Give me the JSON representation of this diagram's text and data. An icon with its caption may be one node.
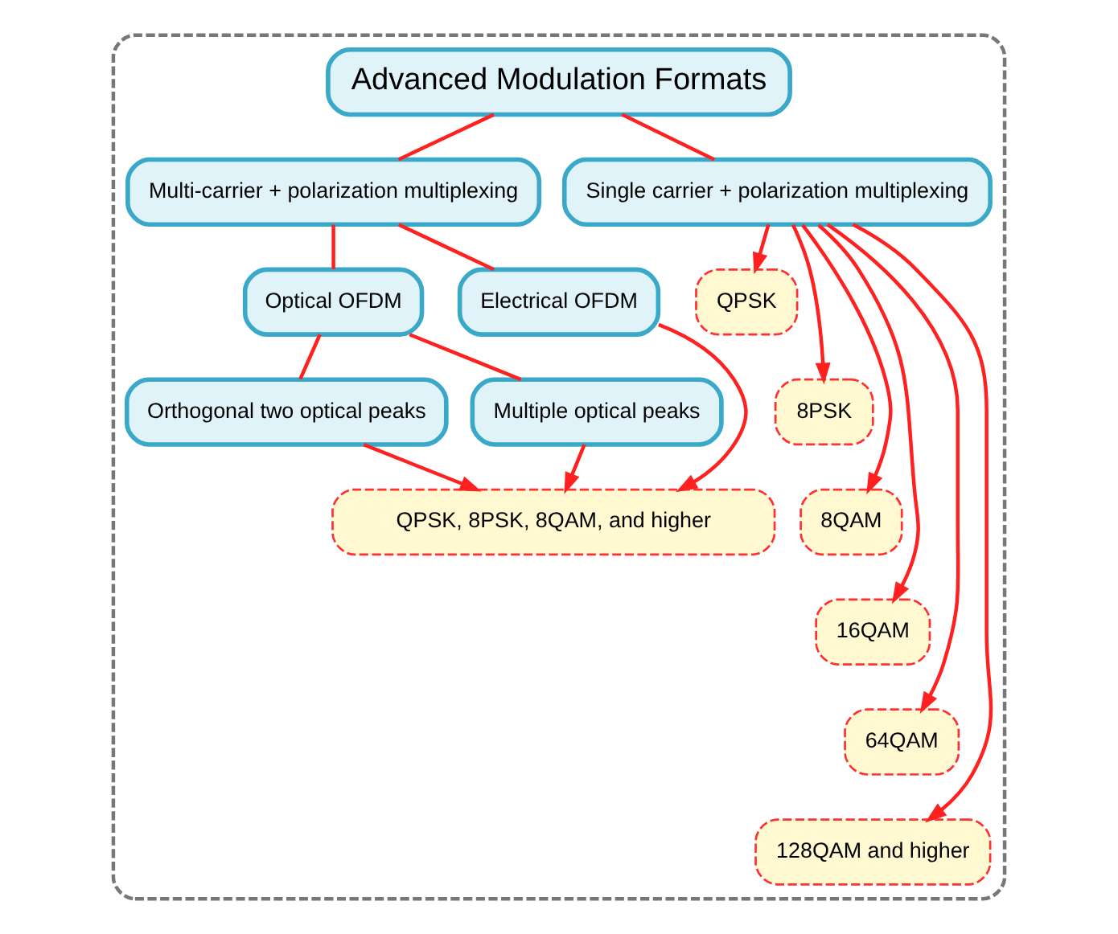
{
  "diagram": {
    "nodes": [
      {
        "text": [],
        "shape": "box"
      },
      {
        "text": [
          "Advanced Modulation Formats"
        ],
        "in": 0
      },
      {
        "text": [
          "Multi-carrier + polarization multiplexing"
        ],
        "in": 0
      },
      {
        "text": [
          "Single carrier + polarization multiplexing"
        ],
        "in": 0
      },
      {
        "text": [
          "Optical OFDM"
        ],
        "in": 0
      },
      {
        "text": [
          "Electrical OFDM"
        ],
        "in": 0
      },
      {
        "text": [
          "Orthogonal two optical peaks"
        ],
        "in": 0
      },
      {
        "text": [
          "Multiple optical peaks"
        ],
        "in": 0
      },
      {
        "text": [
          "QPSK, 8PSK, 8QAM, and higher"
        ],
        "in": 0
      },
      {
        "text": [
          "QPSK"
        ],
        "in": 0
      },
      {
        "text": [
          "8PSK"
        ],
        "in": 0
      },
      {
        "text": [
          "8QAM"
        ],
        "in": 0
      },
      {
        "text": [
          "16QAM"
        ],
        "in": 0
      },
      {
        "text": [
          "64QAM"
        ],
        "in": 0
      },
      {
        "text": [
          "128QAM and higher"
        ],
        "in": 0
      }
    ],
    "edges": [
      {
        "from": 1,
        "to": 2,
        "arrow": "none"
      },
      {
        "from": 1,
        "to": 3,
        "arrow": "none"
      },
      {
        "from": 2,
        "to": 4,
        "arrow": "none"
      },
      {
        "from": 2,
        "to": 5,
        "arrow": "none"
      },
      {
        "from": 4,
        "to": 6,
        "arrow": "none"
      },
      {
        "from": 4,
        "to": 7,
        "arrow": "none"
      },
      {
        "from": 6,
        "to": 8,
        "arrow": "to"
      },
      {
        "from": 7,
        "to": 8,
        "arrow": "to"
      },
      {
        "from": 5,
        "to": 8,
        "arrow": "to"
      },
      {
        "from": 3,
        "to": 9,
        "arrow": "to"
      },
      {
        "from": 3,
        "to": 10,
        "arrow": "to"
      },
      {
        "from": 3,
        "to": 11,
        "arrow": "to"
      },
      {
        "from": 3,
        "to": 12,
        "arrow": "to"
      },
      {
        "from": 3,
        "to": 13,
        "arrow": "to"
      },
      {
        "from": 3,
        "to": 14,
        "arrow": "to"
      }
    ]
  }
}
